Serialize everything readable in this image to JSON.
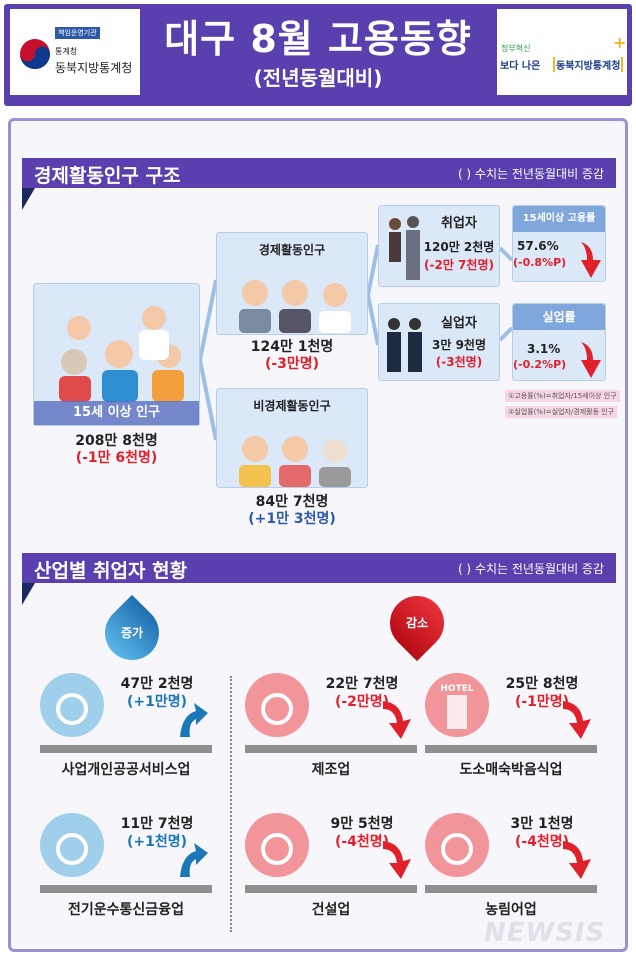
{
  "header": {
    "title": "대구 8월 고용동향",
    "subtitle": "(전년동월대비)",
    "left_logo": {
      "badge": "책임운영기관",
      "org_small": "통계청",
      "org": "동북지방통계청"
    },
    "right_logo": {
      "slogan1": "정부혁신",
      "slogan2": "보다 나은",
      "org": "동북지방통계청"
    }
  },
  "section1": {
    "title": "경제활동인구 구조",
    "note": "( ) 수치는 전년동월대비 증감",
    "pop15": {
      "label": "15세 이상 인구",
      "value": "208만 8천명",
      "change": "(-1만 6천명)"
    },
    "active": {
      "label": "경제활동인구",
      "value": "124만 1천명",
      "change": "(-3만명)"
    },
    "inactive": {
      "label": "비경제활동인구",
      "value": "84만 7천명",
      "change": "(+1만 3천명)"
    },
    "employed": {
      "label": "취업자",
      "value": "120만 2천명",
      "change": "(-2만 7천명)"
    },
    "unemployed": {
      "label": "실업자",
      "value": "3만 9천명",
      "change": "(-3천명)"
    },
    "employment_rate": {
      "label": "15세이상 고용률",
      "value": "57.6%",
      "change": "(-0.8%P)"
    },
    "unemployment_rate": {
      "label": "실업률",
      "value": "3.1%",
      "change": "(-0.2%P)"
    },
    "notes": [
      "①고용률(%)=취업자/15세이상 인구",
      "②실업률(%)=실업자/경제활동 인구"
    ]
  },
  "section2": {
    "title": "산업별 취업자 현황",
    "note": "( ) 수치는 전년동월대비 증감",
    "increase_label": "증가",
    "decrease_label": "감소",
    "industries": [
      {
        "name": "사업개인공공서비스업",
        "value": "47만 2천명",
        "change": "(+1만명)",
        "trend": "up",
        "icon": "chart-people-icon"
      },
      {
        "name": "제조업",
        "value": "22만 7천명",
        "change": "(-2만명)",
        "trend": "down",
        "icon": "gear-icon"
      },
      {
        "name": "도소매숙박음식업",
        "value": "25만 8천명",
        "change": "(-1만명)",
        "trend": "down",
        "icon": "hotel-icon",
        "icon_text": "HOTEL"
      },
      {
        "name": "전기운수통신금융업",
        "value": "11만 7천명",
        "change": "(+1천명)",
        "trend": "up",
        "icon": "phone-icon"
      },
      {
        "name": "건설업",
        "value": "9만 5천명",
        "change": "(-4천명)",
        "trend": "down",
        "icon": "excavator-icon"
      },
      {
        "name": "농림어업",
        "value": "3만 1천명",
        "change": "(-4천명)",
        "trend": "down",
        "icon": "fish-carrot-icon"
      }
    ]
  },
  "watermark": "NEWSIS",
  "colors": {
    "purple": "#5a3fae",
    "red": "#e0202a",
    "blue": "#2d5aa8",
    "box": "#dbe8f7"
  }
}
